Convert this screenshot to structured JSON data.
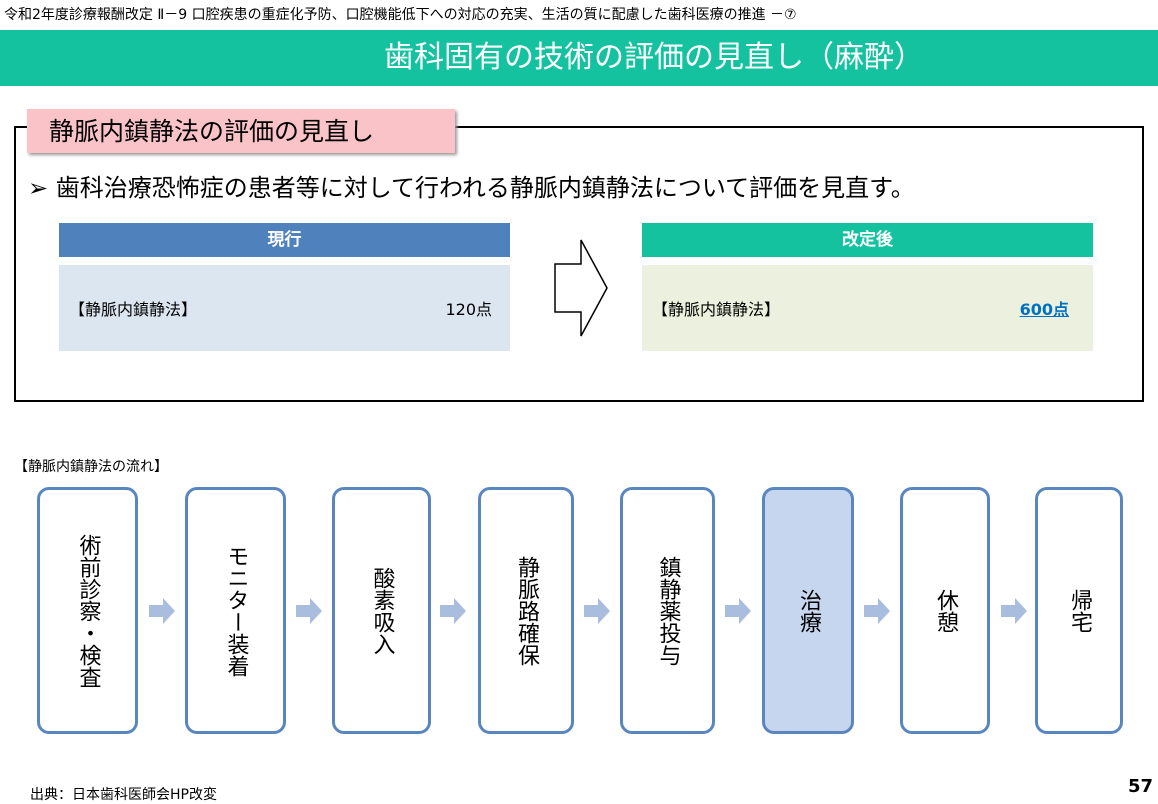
{
  "header": {
    "subtitle": "令和2年度診療報酬改定 Ⅱ－9 口腔疾患の重症化予防、口腔機能低下への対応の充実、生活の質に配慮した歯科医療の推進 －⑦",
    "title": "歯科固有の技術の評価の見直し（麻酔）"
  },
  "section": {
    "tag": "静脈内鎮静法の評価の見直し",
    "bullet_mark": "➢",
    "bullet": "歯科治療恐怖症の患者等に対して行われる静脈内鎮静法について評価を見直す。"
  },
  "current": {
    "header": "現行",
    "item": "【静脈内鎮静法】",
    "points": "120点"
  },
  "revised": {
    "header": "改定後",
    "item": "【静脈内鎮静法】",
    "points": "600点"
  },
  "flow": {
    "label": "【静脈内鎮静法の流れ】",
    "steps": [
      "術前診察・検査",
      "モニター装着",
      "酸素吸入",
      "静脈路確保",
      "鎮静薬投与",
      "治療",
      "休憩",
      "帰宅"
    ]
  },
  "footer": {
    "source": "出典：日本歯科医師会HP改変",
    "page": "57"
  }
}
